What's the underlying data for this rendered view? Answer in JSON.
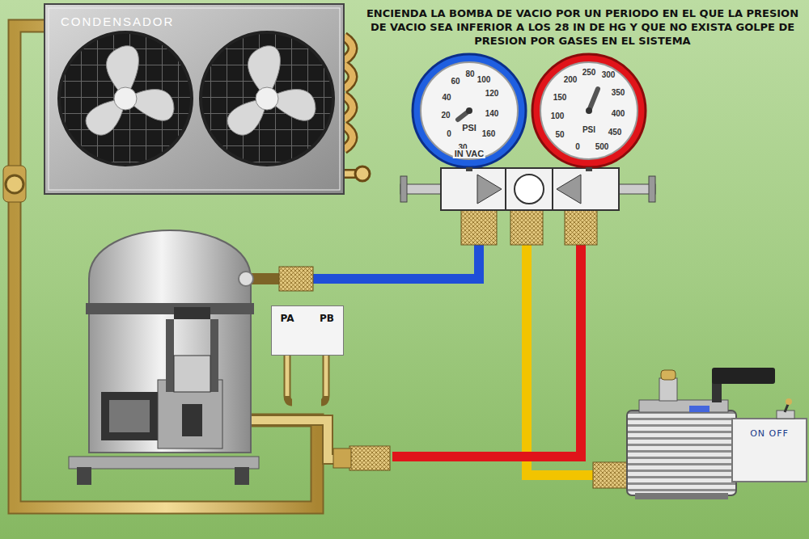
{
  "diagram": {
    "title": "ENCIENDA LA BOMBA DE VACIO POR UN PERIODO EN EL QUE LA PRESION DE VACIO SEA INFERIOR A LOS 28 IN DE HG Y QUE NO EXISTA GOLPE DE PRESION POR GASES EN EL SISTEMA",
    "nodes": [
      {
        "text": [
          "CONDENSADOR"
        ]
      },
      {
        "text": [
          "0",
          "20",
          "40",
          "60",
          "80",
          "100",
          "120",
          "140",
          "160",
          "30",
          "PSI",
          "IN VAC"
        ]
      },
      {
        "text": [
          "0",
          "50",
          "100",
          "150",
          "200",
          "250",
          "300",
          "350",
          "400",
          "450",
          "500",
          "PSI"
        ]
      },
      {
        "text": [
          "PA",
          "PB"
        ]
      },
      {
        "text": [
          "ON OFF"
        ]
      }
    ]
  }
}
